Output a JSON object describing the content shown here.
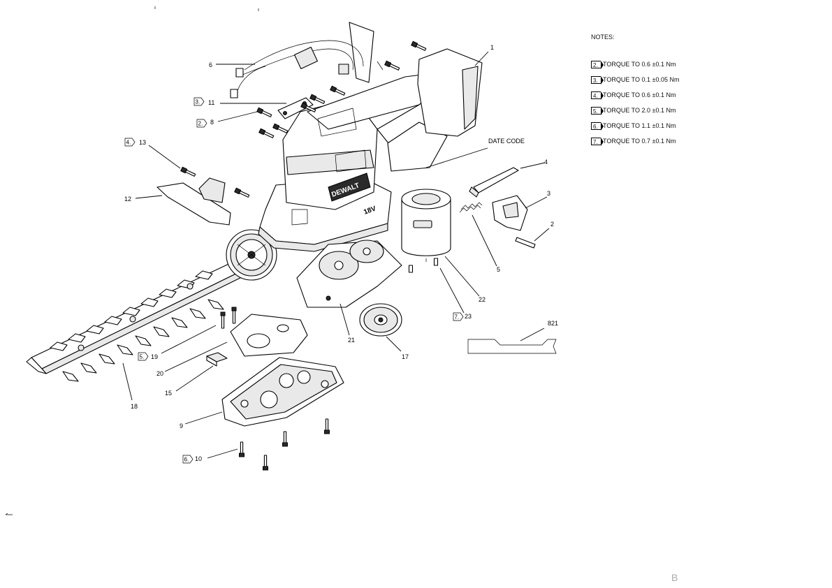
{
  "notes": {
    "title": "NOTES:",
    "items": [
      {
        "num": "2.",
        "text": "TORQUE TO 0.6 ±0.1 Nm"
      },
      {
        "num": "3.",
        "text": "TORQUE TO 0.1 ±0.05 Nm"
      },
      {
        "num": "4.",
        "text": "TORQUE TO 0.6 ±0.1 Nm"
      },
      {
        "num": "5.",
        "text": "TORQUE TO 2.0 ±0.1 Nm"
      },
      {
        "num": "6.",
        "text": "TORQUE TO 1.1 ±0.1 Nm"
      },
      {
        "num": "7.",
        "text": "TORQUE TO 0.7 ±0.1 Nm"
      }
    ]
  },
  "callouts": {
    "c1": "1",
    "c2": "2",
    "c3": "3",
    "c4": "4",
    "c5": "5",
    "c6": "6",
    "c8": "8",
    "c9": "9",
    "c10": "10",
    "c11": "11",
    "c12": "12",
    "c13": "13",
    "c15": "15",
    "c17": "17",
    "c18": "18",
    "c19": "19",
    "c20": "20",
    "c21": "21",
    "c22": "22",
    "c23": "23",
    "c821": "821",
    "date_code": "DATE CODE"
  },
  "flags": {
    "f11": "3.",
    "f8": "2.",
    "f13": "4.",
    "f19": "5.",
    "f23": "7.",
    "f10": "6."
  },
  "product": {
    "brand": "DEWALT",
    "voltage": "18V"
  },
  "sheet_mark": "B"
}
